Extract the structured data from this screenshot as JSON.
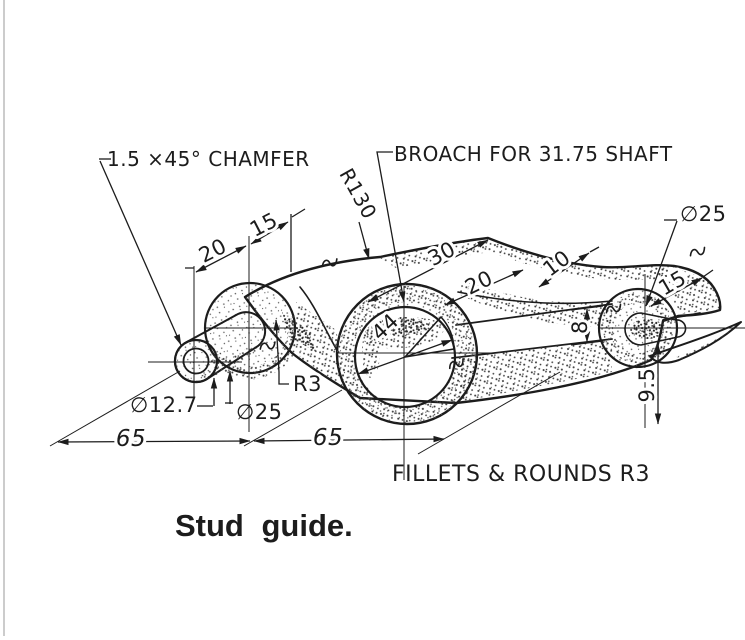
{
  "figure": {
    "caption": "Stud guide.",
    "note_fillets": "FILLETS & ROUNDS  R3",
    "ink": "#1c1c1c",
    "paper": "#ffffff",
    "callouts": {
      "chamfer": "1.5 ×45° CHAMFER",
      "broach": "BROACH FOR 31.75 SHAFT",
      "radius_large": "R130",
      "dia_fork_hole": "∅25",
      "fillet_radius": "R3",
      "dia_stud": "∅12.7",
      "dia_boss": "∅25"
    },
    "dims": {
      "d20_left": "20",
      "d15_left": "15",
      "d30": "30",
      "d20_mid": "20",
      "d10": "10",
      "d8": "8",
      "d15_right": "15",
      "d9_5": "9.5",
      "d44": "44",
      "d65_a": "65",
      "d65_b": "65"
    }
  }
}
